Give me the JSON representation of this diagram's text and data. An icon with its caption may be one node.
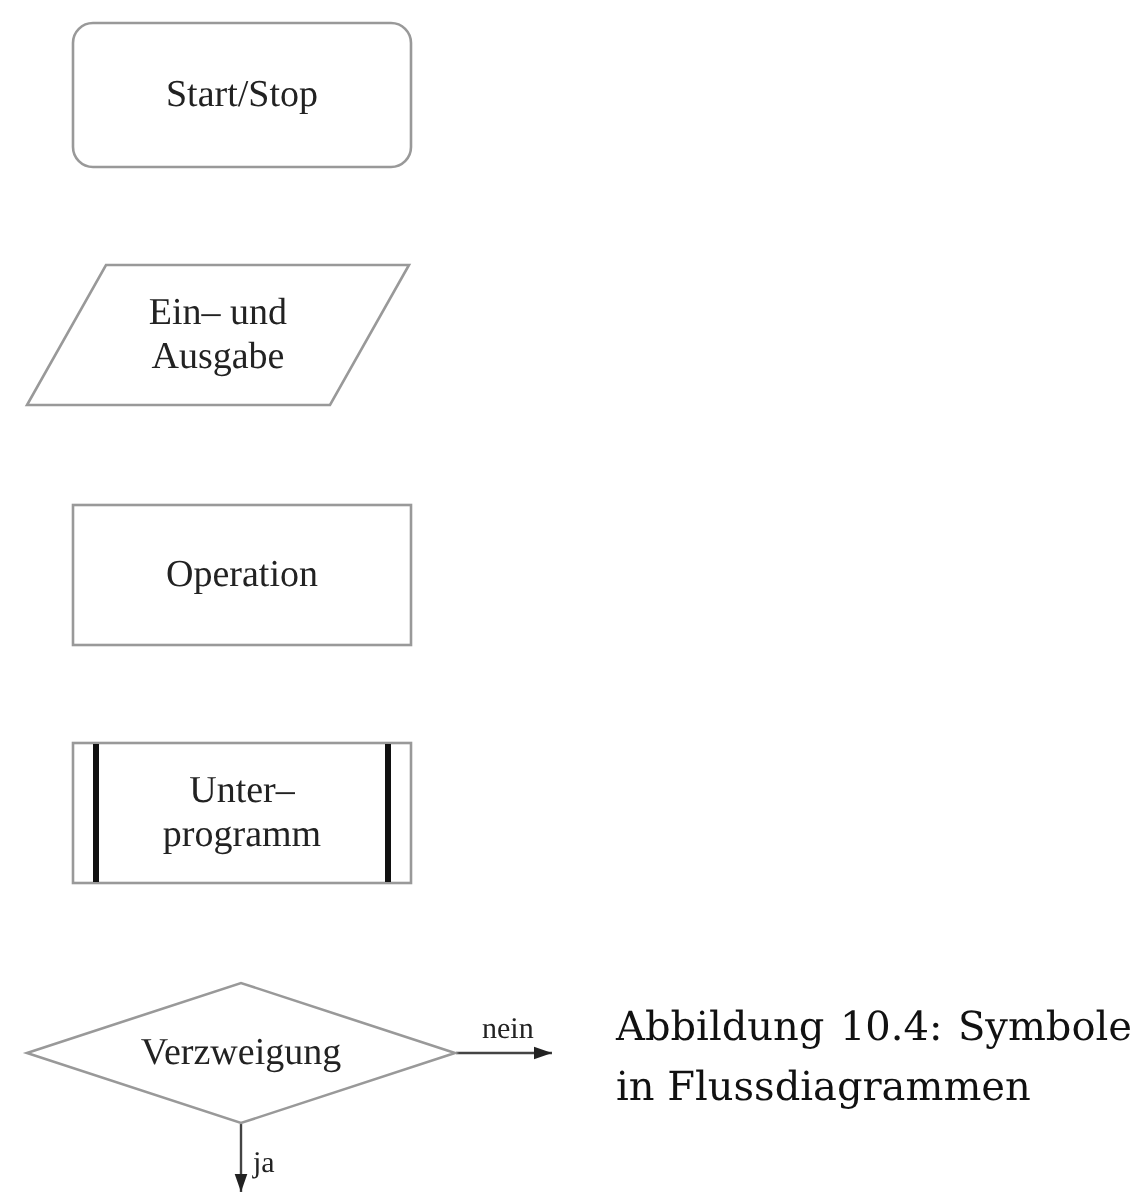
{
  "diagram": {
    "caption": "Abbildung 10.4: Symbole in Flussdiagrammen",
    "nodes": [
      {
        "text": [
          "Start/Stop"
        ]
      },
      {
        "text": [
          "Ein– und Ausgabe"
        ]
      },
      {
        "text": [
          "Operation"
        ]
      },
      {
        "text": [
          "Unter– programm"
        ]
      },
      {
        "text": [
          "Verzweigung"
        ]
      }
    ],
    "edges": [
      {
        "from": 4,
        "to": null,
        "arrow": "to",
        "label": "nein"
      },
      {
        "from": 4,
        "to": null,
        "arrow": "to",
        "label": "ja"
      }
    ]
  }
}
